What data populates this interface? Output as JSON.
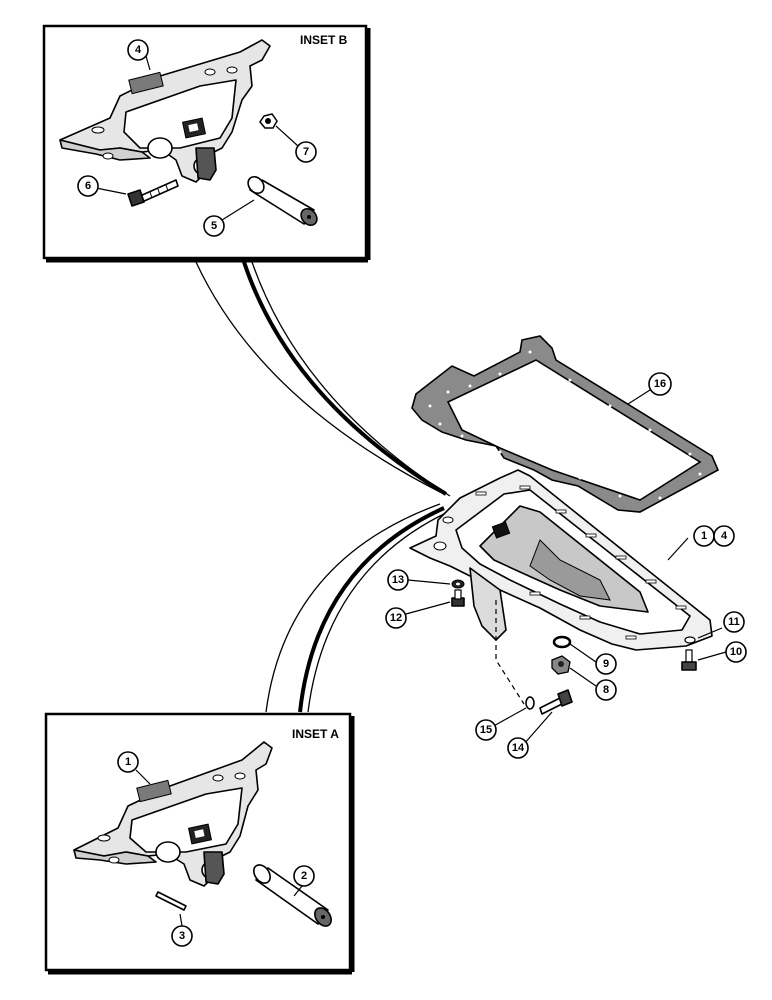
{
  "insets": {
    "inset_b_label": "INSET B",
    "inset_a_label": "INSET A"
  },
  "callouts": {
    "c1": "1",
    "c2": "2",
    "c3": "3",
    "c4": "4",
    "c5": "5",
    "c6": "6",
    "c7": "7",
    "c8": "8",
    "c9": "9",
    "c10": "10",
    "c11": "11",
    "c12": "12",
    "c13": "13",
    "c14": "14",
    "c15": "15",
    "c16": "16",
    "main_pan_1": "1",
    "main_pan_4": "4"
  }
}
